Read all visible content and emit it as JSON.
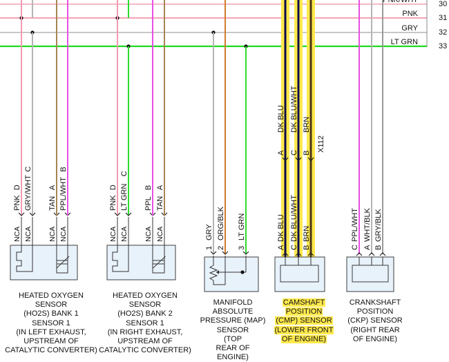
{
  "colors": {
    "PNK": "#f49ab1",
    "GRY": "#b4b4b4",
    "LT GRN": "#2bdc2b",
    "TAN": "#a48654",
    "PPL": "#e84fe3",
    "ORG": "#d27a2c",
    "DK BLU": "#0d0d4a",
    "BRN": "#4a3418",
    "BLK": "#111111",
    "highlight": "#ffe94d",
    "component_fill": "#e8f2fb",
    "component_stroke": "#3c3c3c"
  },
  "buses": [
    {
      "label": "PNK/WHT",
      "num": "30",
      "color": "#f4a0b4"
    },
    {
      "label": "PNK",
      "num": "31",
      "color": "#f0869e"
    },
    {
      "label": "GRY",
      "num": "32",
      "color": "#b4b4b4"
    },
    {
      "label": "LT GRN",
      "num": "33",
      "color": "#1fd81f"
    }
  ],
  "h1": {
    "pins": [
      {
        "pin": "D",
        "wire": "PNK",
        "nca": "NCA"
      },
      {
        "pin": "C",
        "wire": "GRY/WHT",
        "nca": "NCA"
      },
      {
        "pin": "A",
        "wire": "TAN",
        "nca": "NCA"
      },
      {
        "pin": "B",
        "wire": "PPL/WHT",
        "nca": "NCA"
      }
    ],
    "label": [
      "HEATED OXYGEN",
      "SENSOR",
      "(HO2S) BANK 1",
      "SENSOR 1",
      "(IN LEFT EXHAUST,",
      "UPSTREAM OF",
      "CATALYTIC CONVERTER)"
    ]
  },
  "h2": {
    "pins": [
      {
        "pin": "D",
        "wire": "PNK",
        "nca": "NCA"
      },
      {
        "pin": "C",
        "wire": "LT GRN",
        "nca": "NCA"
      },
      {
        "pin": "B",
        "wire": "PPL",
        "nca": "NCA"
      },
      {
        "pin": "A",
        "wire": "TAN",
        "nca": "NCA"
      }
    ],
    "label": [
      "HEATED OXYGEN",
      "SENSOR",
      "(HO2S) BANK 2",
      "SENSOR 1",
      "(IN RIGHT EXHAUST,",
      "UPSTREAM OF",
      "CATALYTIC CONVERTER)"
    ]
  },
  "map": {
    "pins": [
      {
        "pin": "1",
        "wire": "GRY"
      },
      {
        "pin": "2",
        "wire": "ORG/BLK"
      },
      {
        "pin": "3",
        "wire": "LT GRN"
      }
    ],
    "label": [
      "MANIFOLD",
      "ABSOLUTE",
      "PRESSURE (MAP)",
      "SENSOR",
      "(TOP",
      "REAR OF",
      "ENGINE)"
    ]
  },
  "cmp": {
    "connector": "X112",
    "upper_pins": [
      {
        "pin": "A",
        "wire": "DK BLU"
      },
      {
        "pin": "C",
        "wire": "DK BLU/WHT"
      },
      {
        "pin": "B",
        "wire": "BRN"
      }
    ],
    "pins": [
      {
        "pin": "A",
        "wire": "DK BLU"
      },
      {
        "pin": "C",
        "wire": "DK BLU/WHT"
      },
      {
        "pin": "B",
        "wire": "BRN"
      }
    ],
    "label": [
      "CAMSHAFT",
      "POSITION",
      "(CMP) SENSOR",
      "(LOWER FRONT",
      "OF ENGINE)"
    ]
  },
  "ckp": {
    "pins": [
      {
        "pin": "C",
        "wire": "PPL/WHT"
      },
      {
        "pin": "A",
        "wire": "WHT/BLK"
      },
      {
        "pin": "B",
        "wire": "GRY/BLK"
      }
    ],
    "label": [
      "CRANKSHAFT",
      "POSITION",
      "(CKP) SENSOR",
      "(RIGHT REAR",
      "OF ENGINE)"
    ]
  }
}
